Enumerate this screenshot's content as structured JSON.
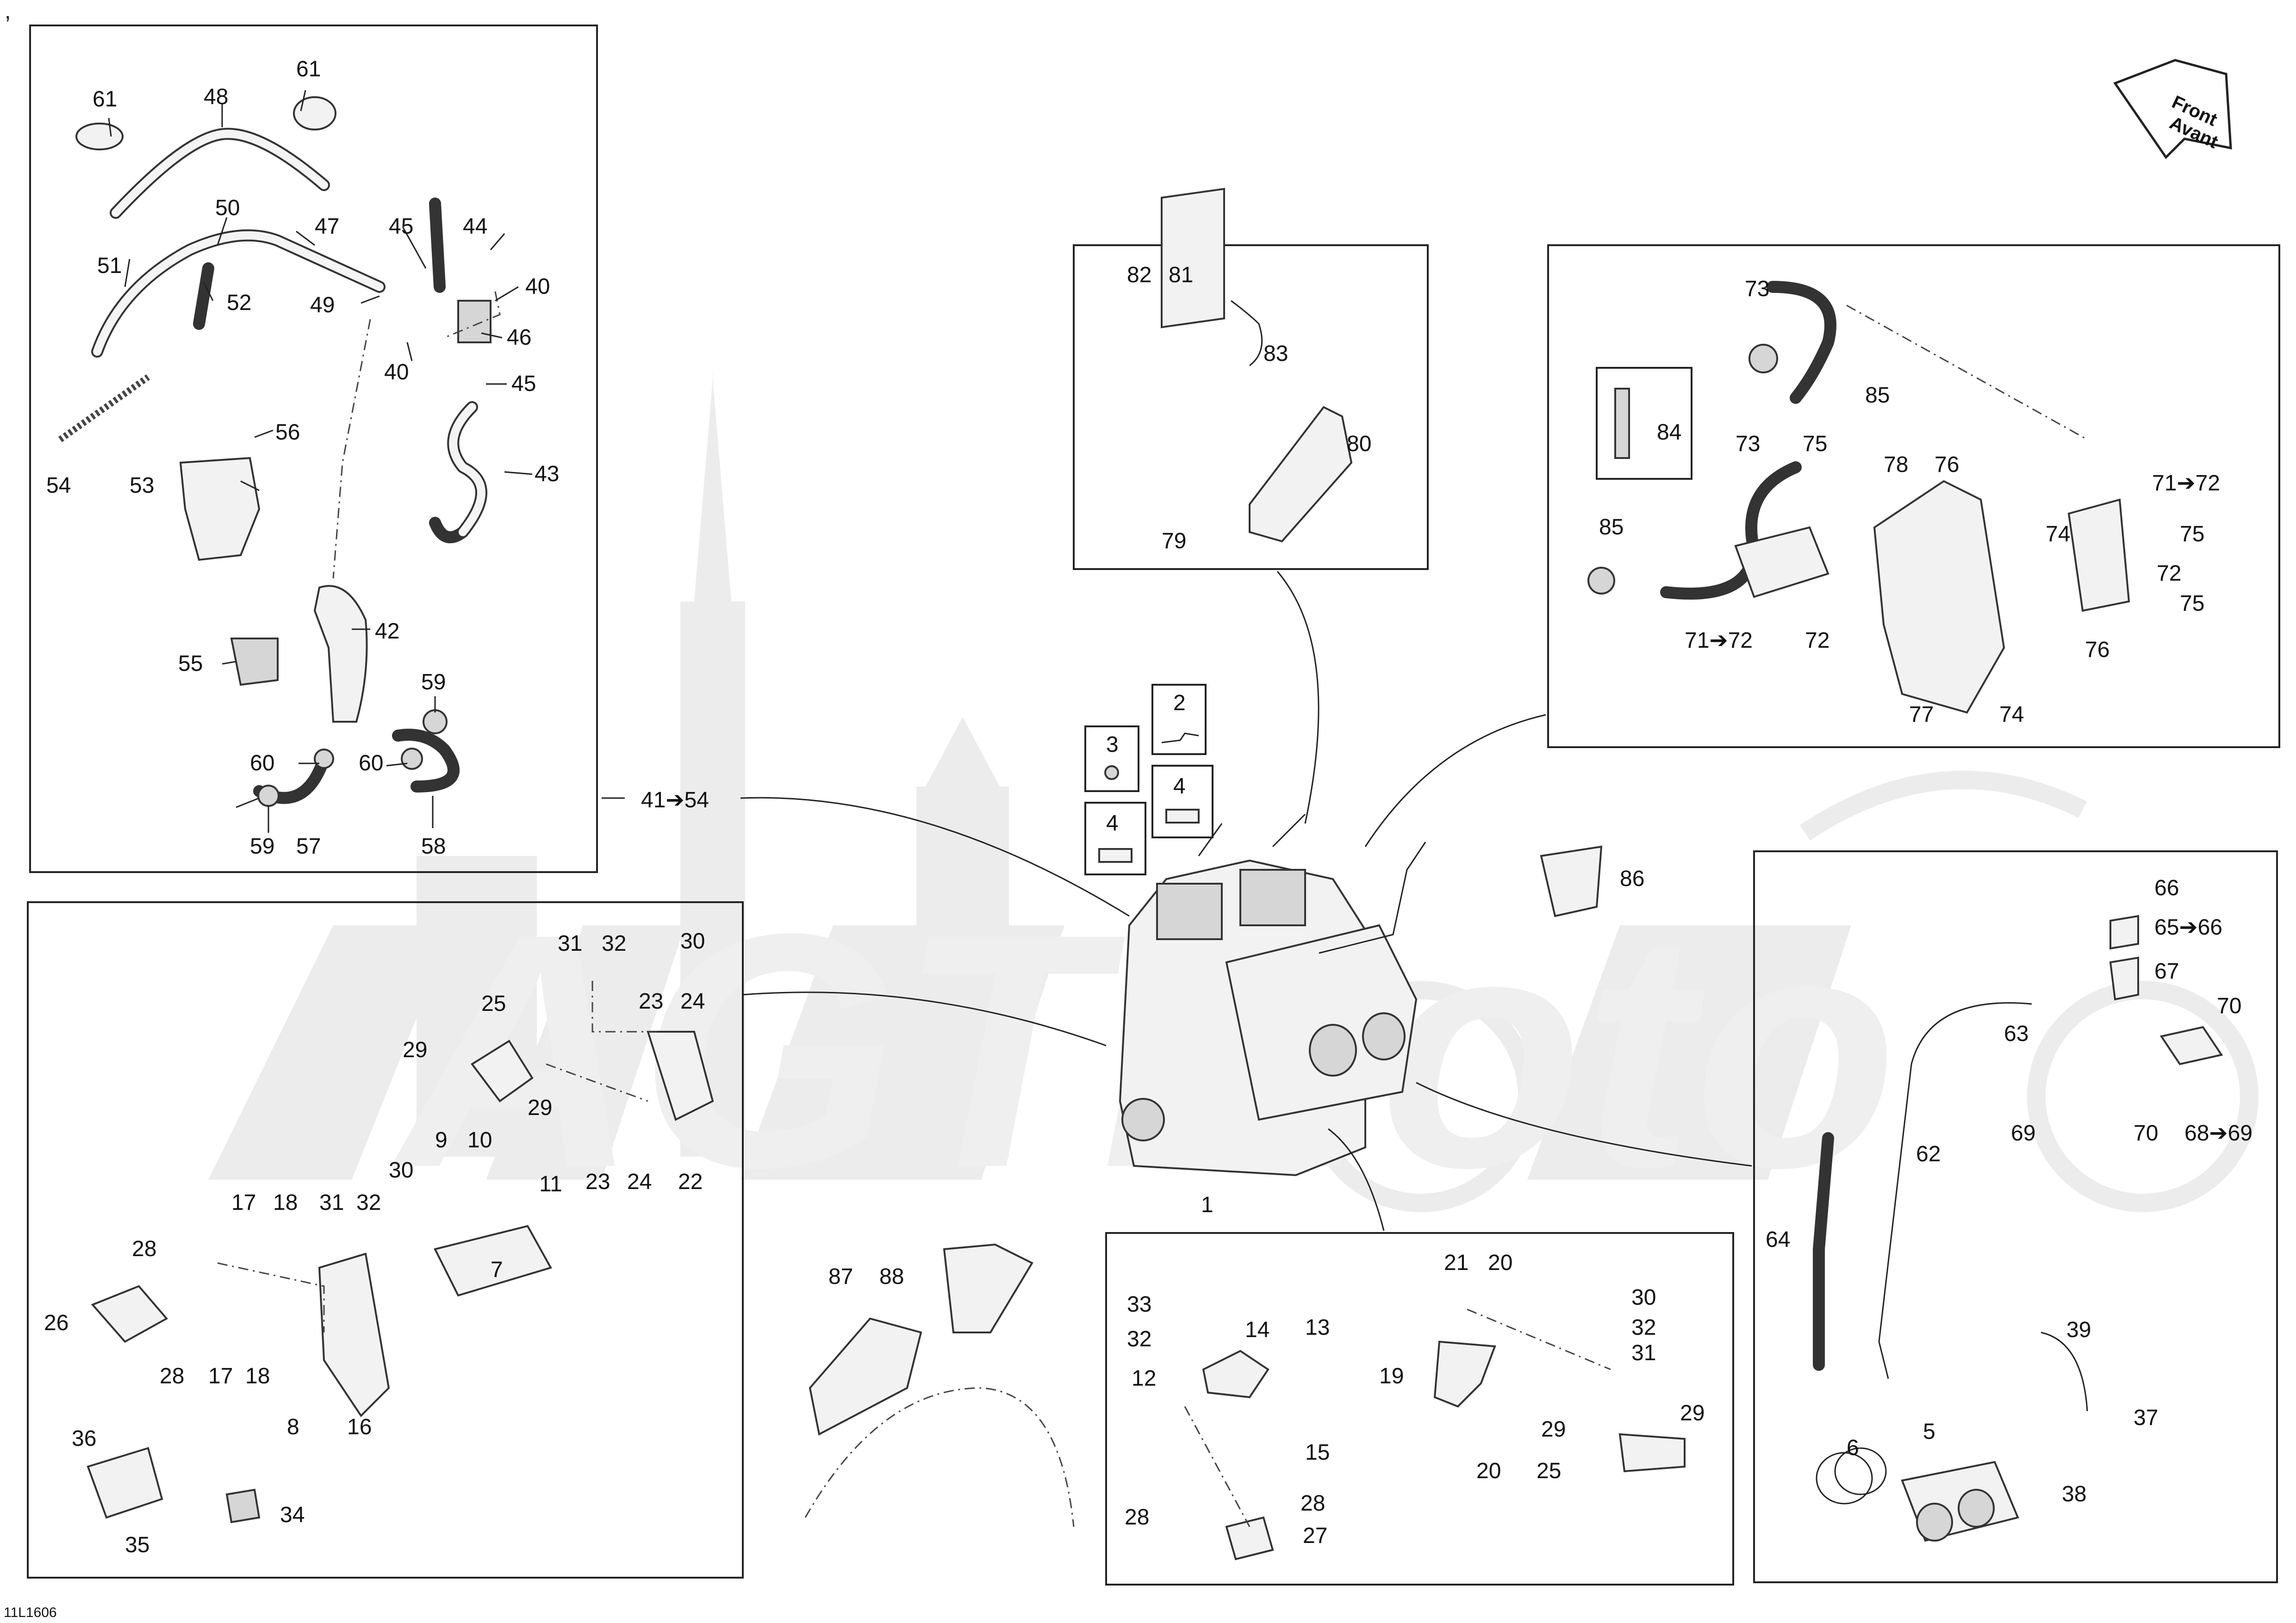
{
  "diagram_id": "11L1606",
  "watermark_text": "AGTMoto",
  "front_arrow": {
    "line1": "Front",
    "line2": "Avant"
  },
  "callouts": {
    "c61a": "61",
    "c48": "48",
    "c61b": "61",
    "c50": "50",
    "c47": "47",
    "c51": "51",
    "c52": "52",
    "c45a": "45",
    "c44": "44",
    "c49": "49",
    "c40a": "40",
    "c46": "46",
    "c40b": "40",
    "c45b": "45",
    "c54": "54",
    "c56": "56",
    "c53": "53",
    "c43": "43",
    "c42": "42",
    "c55": "55",
    "c59a": "59",
    "c60a": "60",
    "c60b": "60",
    "c59b": "59",
    "c57": "57",
    "c58": "58",
    "c41to54": "41➔54",
    "c82": "82",
    "c81": "81",
    "c83": "83",
    "c80": "80",
    "c79": "79",
    "c73a": "73",
    "c85a": "85",
    "c84": "84",
    "c73b": "73",
    "c75a": "75",
    "c78": "78",
    "c76a": "76",
    "c71to72a": "71➔72",
    "c85b": "85",
    "c74a": "74",
    "c75b": "75",
    "c72a": "72",
    "c75c": "75",
    "c71to72b": "71➔72",
    "c72b": "72",
    "c76b": "76",
    "c77": "77",
    "c74b": "74",
    "c2": "2",
    "c3": "3",
    "c4a": "4",
    "c4b": "4",
    "c86": "86",
    "c1": "1",
    "c31a": "31",
    "c32a": "32",
    "c30a": "30",
    "c25a": "25",
    "c23a": "23",
    "c24a": "24",
    "c29a": "29",
    "c29b": "29",
    "c9": "9",
    "c10": "10",
    "c11": "11",
    "c23b": "23",
    "c24b": "24",
    "c22": "22",
    "c17a": "17",
    "c18a": "18",
    "c31b": "31",
    "c32b": "32",
    "c30b": "30",
    "c28a": "28",
    "c7": "7",
    "c26": "26",
    "c28b": "28",
    "c17b": "17",
    "c18b": "18",
    "c8": "8",
    "c16": "16",
    "c36": "36",
    "c34": "34",
    "c35": "35",
    "c87": "87",
    "c88": "88",
    "c21": "21",
    "c20a": "20",
    "c33": "33",
    "c30c": "30",
    "c32c": "32",
    "c14": "14",
    "c13": "13",
    "c32d": "32",
    "c31c": "31",
    "c12": "12",
    "c19": "19",
    "c29c": "29",
    "c29d": "29",
    "c15": "15",
    "c20b": "20",
    "c25b": "25",
    "c28c": "28",
    "c28d": "28",
    "c27": "27",
    "c66": "66",
    "c65to66": "65➔66",
    "c67": "67",
    "c70a": "70",
    "c63": "63",
    "c69": "69",
    "c70b": "70",
    "c68to69": "68➔69",
    "c62": "62",
    "c64": "64",
    "c39": "39",
    "c37": "37",
    "c6": "6",
    "c5": "5",
    "c38": "38"
  },
  "misc": {
    "corner_mark": ","
  }
}
